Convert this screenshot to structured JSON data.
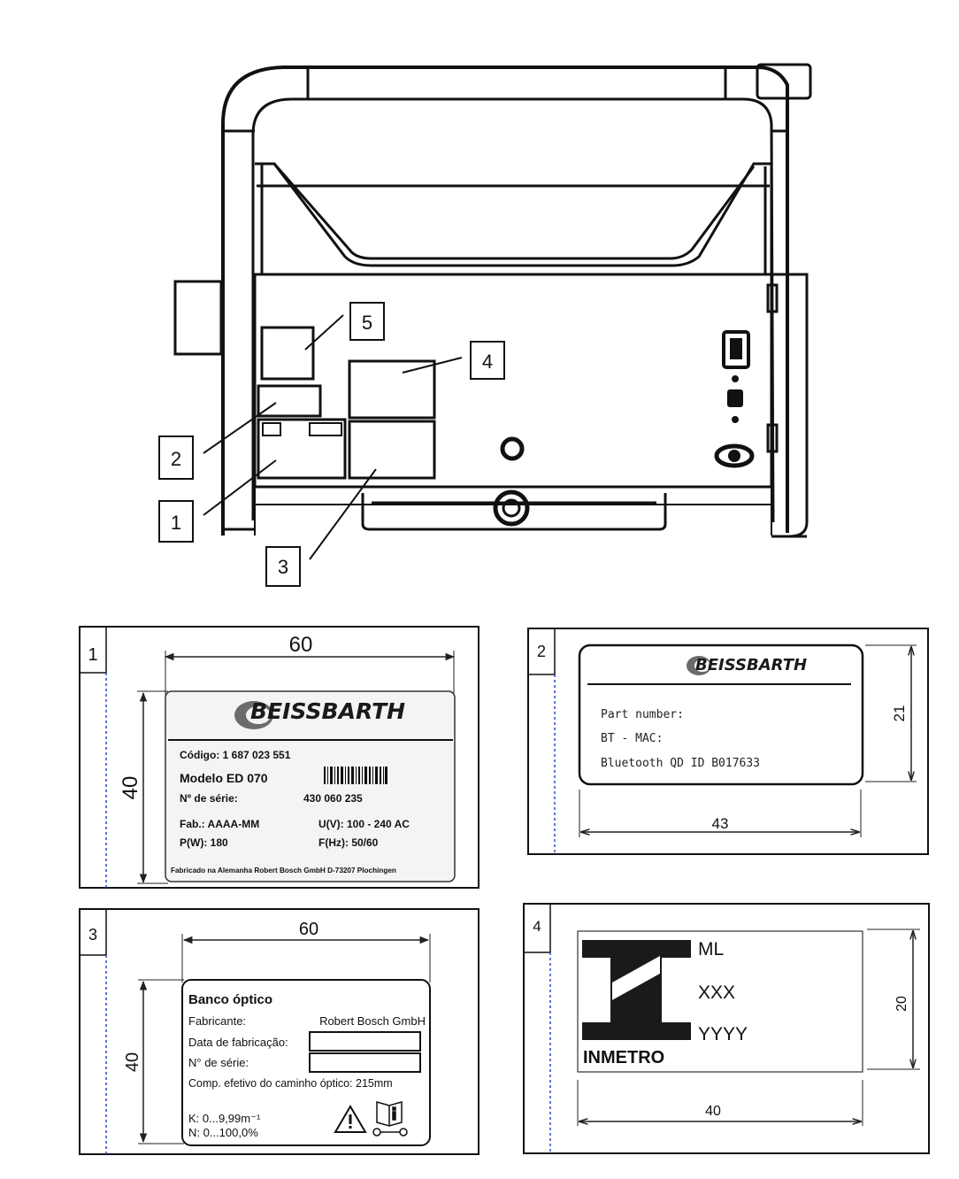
{
  "callouts": [
    "1",
    "2",
    "3",
    "4",
    "5"
  ],
  "label1": {
    "number": "1",
    "dim_width": "60",
    "dim_height": "40",
    "brand": "BEISSBARTH",
    "code": "Código: 1 687 023 551",
    "model": "Modelo ED 070",
    "serial": "Nº de série:",
    "serial_value": "430 060 235",
    "fab": "Fab.: AAAA-MM",
    "voltage": "U(V): 100 - 240 AC",
    "power": "P(W): 180",
    "freq": "F(Hz): 50/60",
    "footer": "Fabricado na Alemanha Robert Bosch GmbH D-73207 Plochingen"
  },
  "label2": {
    "number": "2",
    "brand": "BEISSBARTH",
    "line1": "Part number:",
    "line2": "BT - MAC:",
    "line3": "Bluetooth QD ID B017633",
    "dim_width": "43",
    "dim_height": "21"
  },
  "label3": {
    "number": "3",
    "dim_width": "60",
    "dim_height": "40",
    "title": "Banco óptico",
    "manufacturer_label": "Fabricante:",
    "manufacturer_value": "Robert Bosch GmbH",
    "date_label": "Data de fabricação:",
    "serial_label": "N° de série:",
    "path": "Comp. efetivo do caminho óptico: 215mm",
    "k_range": "K: 0...9,99m⁻¹",
    "n_range": "N: 0...100,0%"
  },
  "label4": {
    "number": "4",
    "ml": "ML",
    "xxx": "XXX",
    "yyyy": "YYYY",
    "brand": "INMETRO",
    "dim_width": "40",
    "dim_height": "20"
  }
}
